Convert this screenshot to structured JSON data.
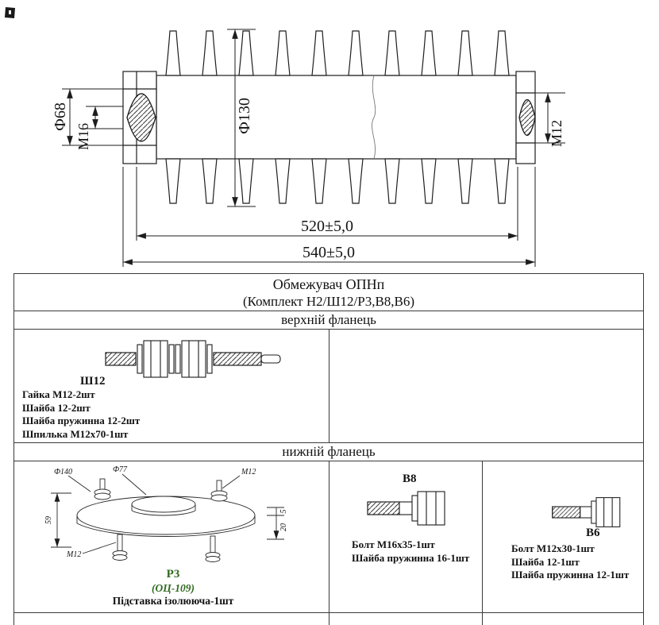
{
  "drawing": {
    "phi68": "Ф68",
    "m16": "М16",
    "phi130": "Ф130",
    "m12": "М12",
    "len_inner": "520±5,0",
    "len_outer": "540±5,0"
  },
  "table": {
    "title_line1": "Обмежувач ОПНп",
    "title_line2": "(Комплект Н2/Ш12/Р3,В8,В6)",
    "upper_flange": "верхній фланець",
    "lower_flange": "нижній фланець",
    "sh12": {
      "label": "Ш12",
      "lines": [
        "Гайка М12-2шт",
        "Шайба 12-2шт",
        "Шайба пружинна 12-2шт",
        "Шпилька М12х70-1шт"
      ]
    },
    "p3": {
      "label": "Р3",
      "sublabel": "(ОЦ-109)",
      "desc": "Підставка ізолююча-1шт",
      "dims": {
        "d140": "Ф140",
        "d77": "Ф77",
        "m12_top": "М12",
        "h59": "59",
        "m12_bottom": "М12",
        "t5": "5",
        "t20": "20"
      }
    },
    "v8": {
      "label": "В8",
      "lines": [
        "Болт М16х35-1шт",
        "Шайба пружинна 16-1шт"
      ]
    },
    "v6": {
      "label": "В6",
      "lines": [
        "Болт М12х30-1шт",
        "Шайба 12-1шт",
        "Шайба пружинна 12-1шт"
      ]
    }
  },
  "colors": {
    "line": "#1d1d1d",
    "table_border": "#3a3a3a",
    "accent_green": "#2f6a1f"
  }
}
